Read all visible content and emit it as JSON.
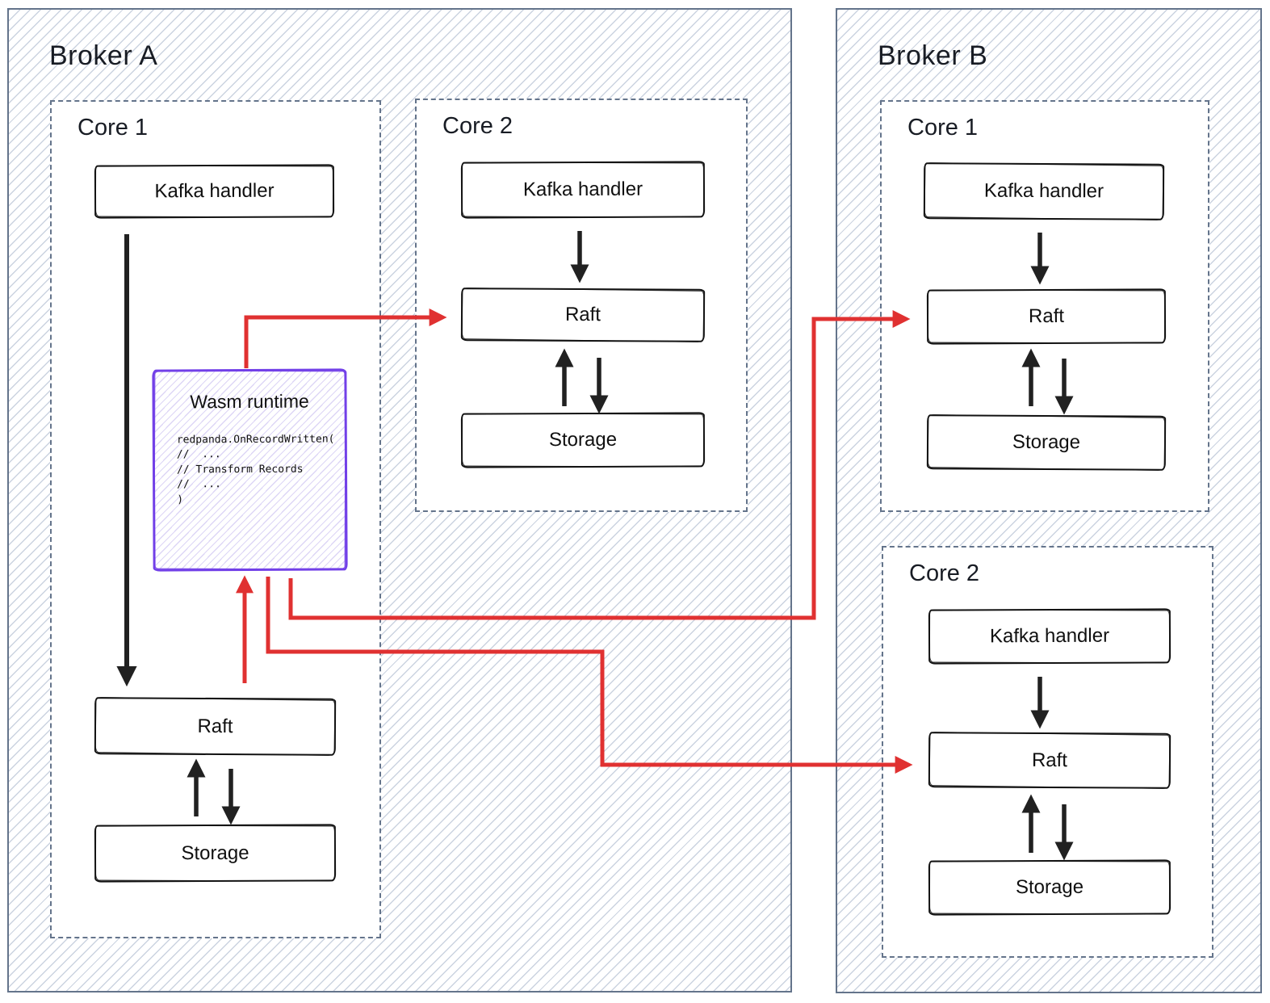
{
  "broker_a": {
    "title": "Broker A",
    "core1": {
      "label": "Core 1",
      "kafka_label": "Kafka handler",
      "raft_label": "Raft",
      "storage_label": "Storage",
      "wasm": {
        "title": "Wasm runtime",
        "code": [
          "redpanda.OnRecordWritten(",
          "//  ...",
          "// Transform Records",
          "//  ...",
          ")"
        ]
      }
    },
    "core2": {
      "label": "Core 2",
      "kafka_label": "Kafka handler",
      "raft_label": "Raft",
      "storage_label": "Storage"
    }
  },
  "broker_b": {
    "title": "Broker B",
    "core1": {
      "label": "Core 1",
      "kafka_label": "Kafka handler",
      "raft_label": "Raft",
      "storage_label": "Storage"
    },
    "core2": {
      "label": "Core 2",
      "kafka_label": "Kafka handler",
      "raft_label": "Raft",
      "storage_label": "Storage"
    }
  },
  "flows": {
    "red": [
      {
        "from": "Broker A Core 1 Wasm runtime",
        "to": "Broker A Core 2 Raft"
      },
      {
        "from": "Broker A Core 1 Raft",
        "to": "Broker A Core 1 Wasm runtime"
      },
      {
        "from": "Broker A Core 1 Wasm runtime",
        "to": "Broker B Core 1 Raft"
      },
      {
        "from": "Broker A Core 1 Wasm runtime",
        "to": "Broker B Core 2 Raft"
      }
    ],
    "black": [
      {
        "from": "Kafka handler",
        "to": "Raft",
        "note": "in every core"
      },
      {
        "from": "Raft",
        "to": "Storage",
        "note": "bidirectional in every core"
      }
    ]
  },
  "colors": {
    "broker_border": "#64748b",
    "hatch_line": "#cbd3e0",
    "core_border": "#64748b",
    "node_border": "#141414",
    "wasm_border": "#7240e8",
    "wasm_hatch": "#ddd6f6",
    "black_arrow": "#212121",
    "red_arrow": "#e03131"
  }
}
